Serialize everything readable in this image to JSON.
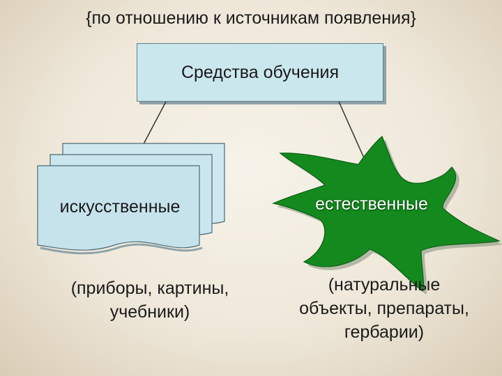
{
  "heading": "{по отношению к источникам появления}",
  "root": {
    "label": "Средства обучения"
  },
  "branches": {
    "artificial": {
      "label": "искусственные",
      "examples": [
        "(приборы, картины,",
        "учебники)"
      ]
    },
    "natural": {
      "label": "естественные",
      "examples": [
        "(натуральные",
        "объекты, препараты,",
        "гербарии)"
      ]
    }
  },
  "colors": {
    "box_fill": "#cbe7ee",
    "star_fill": "#148a1e",
    "arrow": "#333333"
  }
}
